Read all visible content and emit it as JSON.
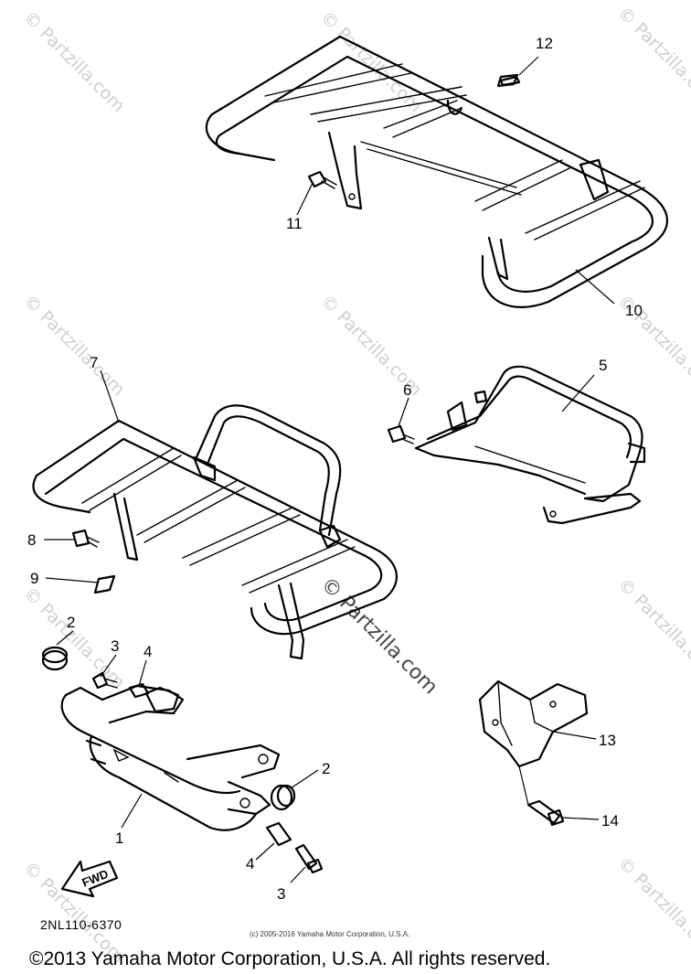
{
  "watermark": {
    "text": "© Partzilla.com",
    "center_text": "© Partzilla.com"
  },
  "callouts": [
    "1",
    "2",
    "2",
    "3",
    "3",
    "4",
    "4",
    "5",
    "6",
    "7",
    "8",
    "9",
    "10",
    "11",
    "12",
    "13",
    "14"
  ],
  "fwd_label": "FWD",
  "drawing_ref": "2NL110-6370",
  "small_copyright": "(c) 2005-2016 Yamaha Motor Corporation, U.S.A.",
  "footer_copyright": "©2013 Yamaha Motor Corporation, U.S.A. All rights reserved."
}
